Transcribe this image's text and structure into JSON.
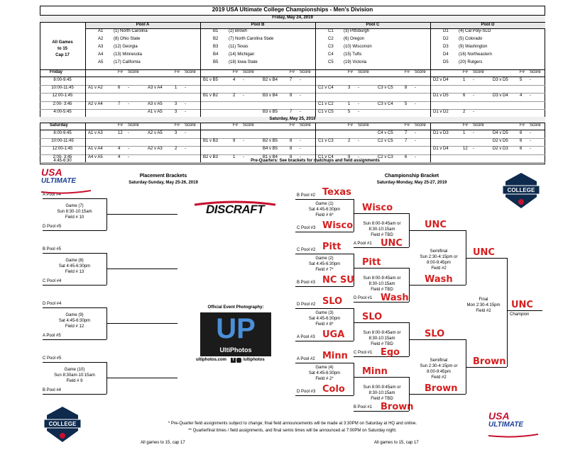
{
  "title": "2019 USA Ultimate College Championships - Men's Division",
  "friday_header": "Friday, May 24, 2019",
  "saturday_header": "Saturday, May 25, 2019",
  "left_info": [
    "All Games",
    "to 15",
    "Cap 17"
  ],
  "pools": [
    {
      "name": "Pool A",
      "seeds": [
        [
          "A1",
          "(1) North Carolina"
        ],
        [
          "A2",
          "(8) Ohio State"
        ],
        [
          "A3",
          "(12) Georgia"
        ],
        [
          "A4",
          "(13) Minnesota"
        ],
        [
          "A5",
          "(17) California"
        ]
      ]
    },
    {
      "name": "Pool B",
      "seeds": [
        [
          "B1",
          "(2) Brown"
        ],
        [
          "B2",
          "(7) North Carolina State"
        ],
        [
          "B3",
          "(11) Texas"
        ],
        [
          "B4",
          "(14) Michigan"
        ],
        [
          "B5",
          "(18) Iowa State"
        ]
      ]
    },
    {
      "name": "Pool C",
      "seeds": [
        [
          "C1",
          "(3) Pittsburgh"
        ],
        [
          "C2",
          "(6) Oregon"
        ],
        [
          "C3",
          "(10) Wisconsin"
        ],
        [
          "C4",
          "(15) Tufts"
        ],
        [
          "C5",
          "(19) Victoria"
        ]
      ]
    },
    {
      "name": "Pool D",
      "seeds": [
        [
          "D1",
          "(4) Cal Poly-SLO"
        ],
        [
          "D2",
          "(5) Colorado"
        ],
        [
          "D3",
          "(9) Washington"
        ],
        [
          "D4",
          "(16) Northeastern"
        ],
        [
          "D5",
          "(20) Rutgers"
        ]
      ]
    }
  ],
  "col_headers": {
    "f": "F#",
    "score": "Score"
  },
  "friday": {
    "label": "Friday",
    "rows": [
      {
        "time": "8:00-9:45",
        "c": [
          "",
          "",
          "",
          "",
          "",
          "",
          "B1 v B5",
          "4",
          "-",
          "B2 v B4",
          "7",
          "-",
          "",
          "",
          "",
          "",
          "",
          "",
          "D2 v D4",
          "1",
          "-",
          "D3 v D5",
          "5",
          "-"
        ]
      },
      {
        "time": "10:00-11:45",
        "c": [
          "A1 v A2",
          "6",
          "-",
          "A3 v A4",
          "1",
          "-",
          "",
          "",
          "",
          "",
          "",
          "",
          "C2 v C4",
          "3",
          "-",
          "C3 v C5",
          "8",
          "-",
          "",
          "",
          "",
          "",
          "",
          ""
        ]
      },
      {
        "time": "12:00-1:45",
        "c": [
          "",
          "",
          "",
          "",
          "",
          "",
          "B1 v B2",
          "2",
          "-",
          "B3 v B4",
          "8",
          "-",
          "",
          "",
          "",
          "",
          "",
          "",
          "D1 v D5",
          "6",
          "-",
          "D3 v D4",
          "4",
          "-"
        ]
      },
      {
        "time": "2:00- 3:45",
        "c": [
          "A2 v A4",
          "7",
          "-",
          "A3 v A5",
          "3",
          "-",
          "",
          "",
          "",
          "",
          "",
          "",
          "C1 v C2",
          "1",
          "-",
          "C3 v C4",
          "5",
          "-",
          "",
          "",
          "",
          "",
          "",
          ""
        ]
      },
      {
        "time": "4:00-5:45",
        "c": [
          "",
          "",
          "",
          "A1 v A5",
          "3",
          "-",
          "",
          "",
          "",
          "B3 v B5",
          "7",
          "-",
          "C1 v C5",
          "5",
          "-",
          "",
          "",
          "",
          "D1 v D2",
          "2",
          "-",
          "",
          "",
          ""
        ]
      }
    ]
  },
  "saturday": {
    "label": "Saturday",
    "rows": [
      {
        "time": "8:00-9:45",
        "c": [
          "A1 v A3",
          "12",
          "-",
          "A2 v A5",
          "3",
          "-",
          "",
          "",
          "",
          "",
          "",
          "",
          "",
          "",
          "",
          "C4 v C5",
          "7",
          "-",
          "D1 v D3",
          "1",
          "-",
          "D4 v D5",
          "6",
          "-"
        ]
      },
      {
        "time": "10:00-11:45",
        "c": [
          "",
          "",
          "",
          "",
          "",
          "",
          "B1 v B3",
          "9",
          "-",
          "B2 v B5",
          "8",
          "-",
          "C1 v C3",
          "2",
          "-",
          "C2 v C5",
          "7",
          "-",
          "",
          "",
          "",
          "D2 v D5",
          "6",
          "-"
        ]
      },
      {
        "time": "12:00-1:45",
        "c": [
          "A1 v A4",
          "4",
          "-",
          "A2 v A3",
          "2",
          "-",
          "",
          "",
          "",
          "B4 v B5",
          "8",
          "-",
          "",
          "",
          "",
          "",
          "",
          "",
          "D1 v D4",
          "12",
          "-",
          "D2 v D3",
          "6",
          "-"
        ]
      },
      {
        "time": "2:00- 3:45",
        "c": [
          "A4 v A5",
          "4",
          "-",
          "",
          "",
          "",
          "B2 v B3",
          "1",
          "-",
          "B1 v B4",
          "8",
          "-",
          "C1 v C4",
          "9",
          "-",
          "C2 v C3",
          "6",
          "-",
          "",
          "",
          "",
          "",
          "",
          ""
        ]
      }
    ],
    "last_time": "4:45-6:30",
    "last_note": "Pre-Quarters: See brackets for matchups and field assignments"
  },
  "placement": {
    "title": "Placement Brackets",
    "subtitle": "Saturday-Sunday, May 25-26, 2019",
    "games": [
      {
        "top": "A Pool #4",
        "bottom": "D Pool #5",
        "lines": [
          "Game (7)",
          "Sun 8:30-10:15am",
          "Field # 10"
        ]
      },
      {
        "top": "B Pool #5",
        "bottom": "C Pool #4",
        "lines": [
          "Game (8)",
          "Sat 4:45-6:30pm",
          "Field # 13"
        ]
      },
      {
        "top": "D Pool #4",
        "bottom": "A Pool #5",
        "lines": [
          "Game (9)",
          "Sat 4:45-6:30pm",
          "Field # 12"
        ]
      },
      {
        "top": "C Pool #5",
        "bottom": "B Pool #4",
        "lines": [
          "Game (10)",
          "Sun 8:30am-10:15am",
          "Field # 9"
        ]
      }
    ]
  },
  "championship": {
    "title": "Championship Bracket",
    "subtitle": "Saturday-Monday, May 25-27, 2019",
    "prequarters": [
      {
        "top": "B Pool #2",
        "bottom": "C Pool #3",
        "lines": [
          "Game (1)",
          "Sat 4:45-6:30pm",
          "Field # 6*"
        ],
        "bye": "A Pool #1"
      },
      {
        "top": "C Pool #2",
        "bottom": "B Pool #3",
        "lines": [
          "Game (2)",
          "Sat 4:45-6:30pm",
          "Field # 7*"
        ],
        "bye": "D Pool #1"
      },
      {
        "top": "D Pool #2",
        "bottom": "A Pool #3",
        "lines": [
          "Game (3)",
          "Sat 4:45-6:30pm",
          "Field # 8*"
        ],
        "bye": "C Pool #1"
      },
      {
        "top": "A Pool #2",
        "bottom": "D Pool #3",
        "lines": [
          "Game (4)",
          "Sat 4:45-6:30pm",
          "Field # 2*"
        ],
        "bye": "B Pool #1"
      }
    ],
    "quarter_lines": [
      "Sun 8:00-9:45am or",
      "8:30-10:15am",
      "Field # TBD"
    ],
    "semi_lines": [
      "Semifinal",
      "Sun 2:30-4:15pm or",
      "8:00-9:45pm",
      "Field #2"
    ],
    "final_lines": [
      "Final",
      "Mon 2:30-4:15pm",
      "Field #2"
    ],
    "champion_label": "Champion"
  },
  "handwritten": {
    "pq1_top": "Texas",
    "pq1_bot": "Wisco",
    "pq1_win": "Wisco",
    "q1_bye": "UNC",
    "q1_win": "UNC",
    "pq2_top": "Pitt",
    "pq2_bot": "NC SU",
    "pq2_win": "Pitt",
    "q2_bye": "Wash",
    "q2_win": "Wash",
    "pq3_top": "SLO",
    "pq3_bot": "UGA",
    "pq3_win": "SLO",
    "q3_bye": "Ego",
    "q3_win": "SLO",
    "pq4_top": "Minn",
    "pq4_bot": "Colo",
    "pq4_win": "Minn",
    "q4_bye": "Brown",
    "q4_win": "Brown",
    "s1_win": "UNC",
    "s2_win": "Brown",
    "champion": "UNC"
  },
  "sponsor": "DISCRAFT",
  "photo": {
    "label": "Official Event Photography:",
    "logo": "UP",
    "brand": "UltiPhotos",
    "footer_left": "ultiphotos.com",
    "footer_right": "/ultiphotos"
  },
  "usa_logo": {
    "line1": "USA",
    "line2": "ULTIMATE"
  },
  "college_logo": "COLLEGE",
  "footnotes": [
    "* Pre-Quarter field assignments subject to change; final field announcements will be made at 3:30PM on Saturday at HQ and online.",
    "** Quarterfinal times / field assignments, and final semis times will be announced at 7:00PM on Saturday night."
  ],
  "footer_left": "All games to 15, cap 17",
  "footer_right": "All games to 15, cap 17",
  "colors": {
    "handwriting": "#d51f1f",
    "usa_blue": "#1c3f94",
    "usa_red": "#c8102e",
    "navy": "#0e2a4d",
    "grid_gray": "#d9d9d9"
  }
}
